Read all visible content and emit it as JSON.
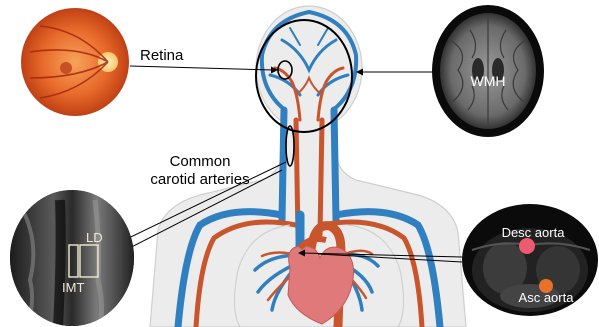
{
  "labels": {
    "retina": "Retina",
    "common_carotid_line1": "Common",
    "common_carotid_line2": "carotid arteries",
    "wmh": "WMH",
    "ld": "LD",
    "imt": "IMT",
    "desc_aorta": "Desc aorta",
    "asc_aorta": "Asc aorta"
  },
  "colors": {
    "artery": "#c9552c",
    "vein": "#2f7fc1",
    "body_fill": "#ececec",
    "heart": "#e07a7a",
    "retina_fundus": "#e86a2a",
    "desc_aorta_marker": "#ec5b6e",
    "asc_aorta_marker": "#e8722a"
  }
}
